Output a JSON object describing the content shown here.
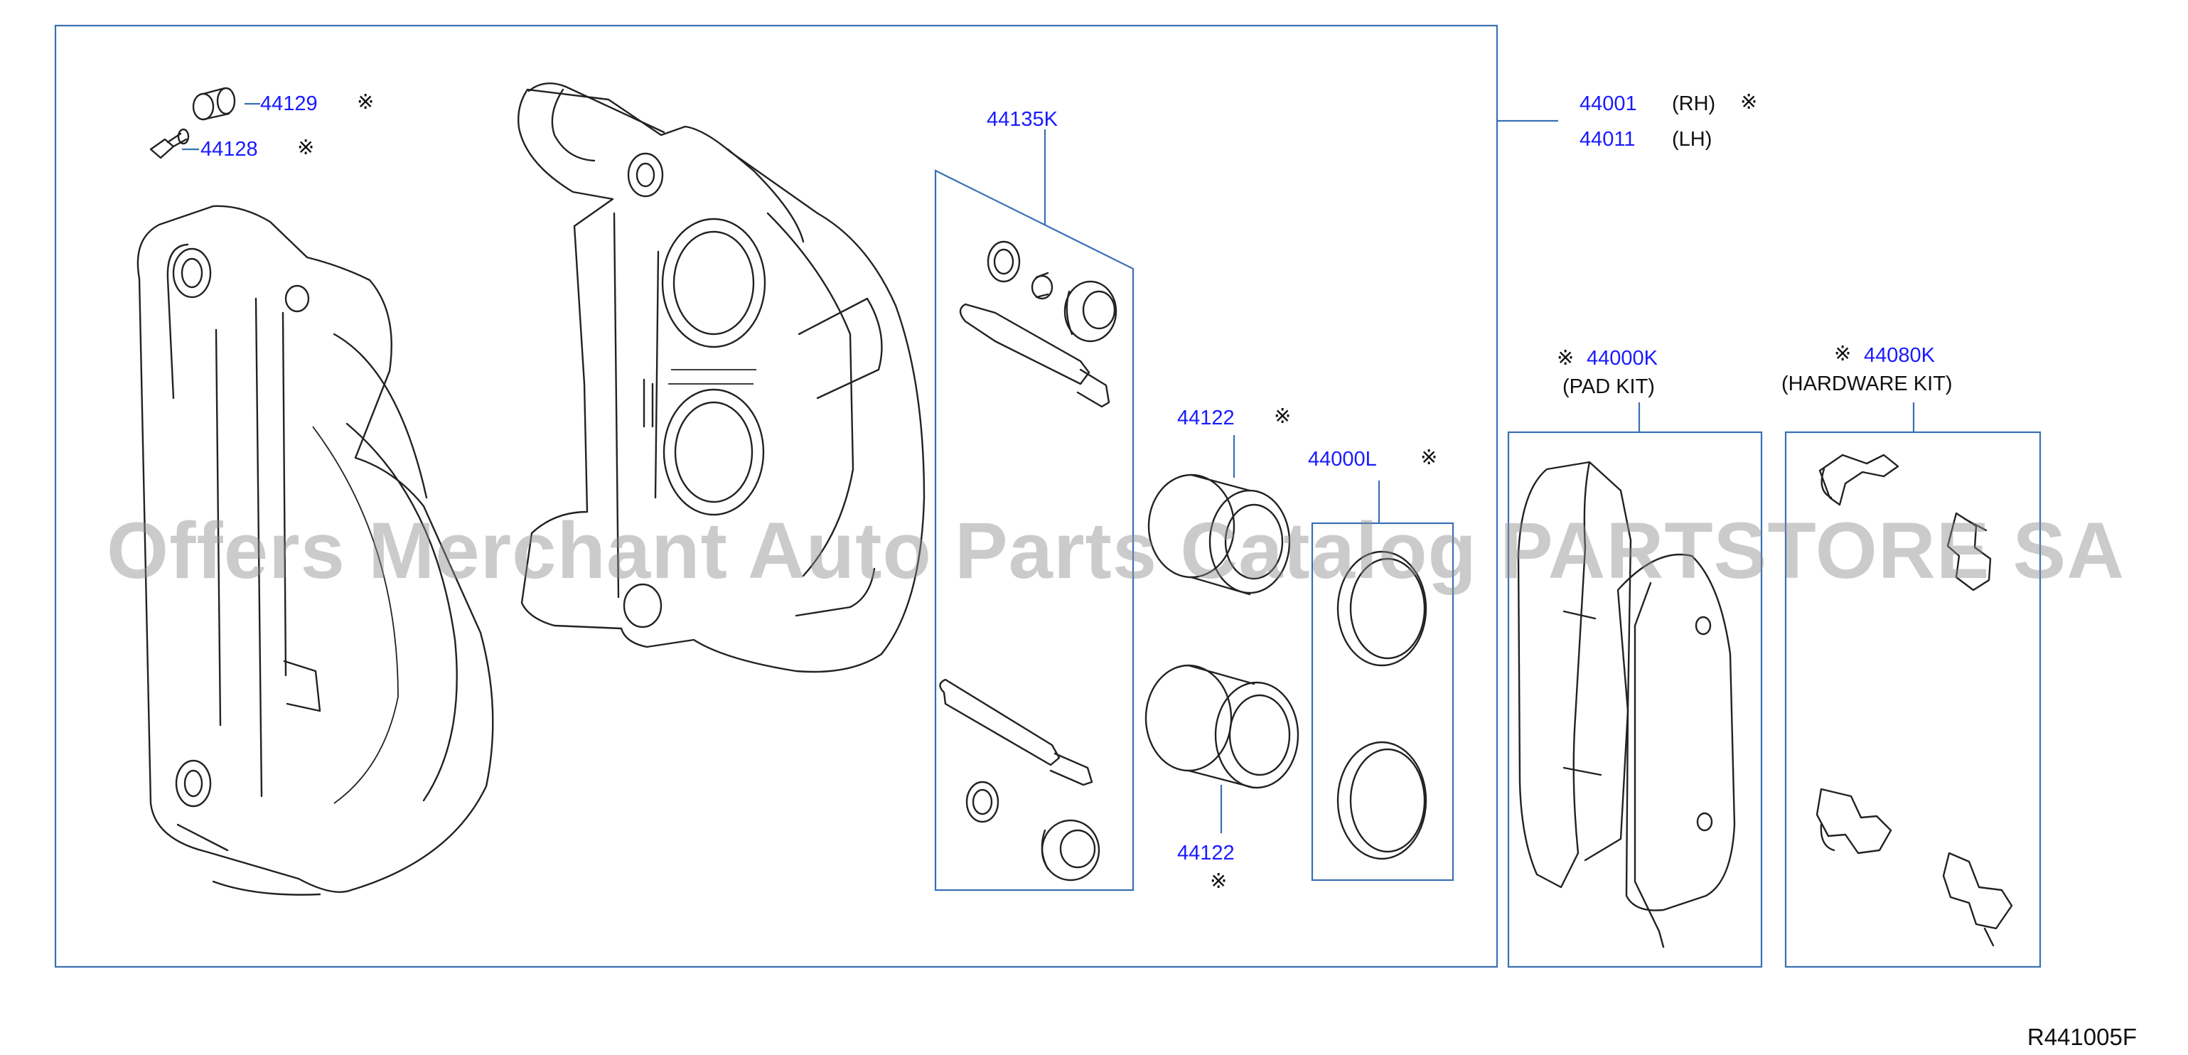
{
  "labels": {
    "caliper_rh": "44001",
    "caliper_rh_side": "(RH)",
    "caliper_lh": "44011",
    "caliper_lh_side": "(LH)",
    "bleeder_cap": "44129",
    "bleeder_screw": "44128",
    "repair_kit": "44135K",
    "piston_top": "44122",
    "piston_bottom": "44122",
    "seal_kit": "44000L",
    "pad_kit": "44000K",
    "pad_kit_desc": "(PAD   KIT)",
    "hardware_kit": "44080K",
    "hardware_kit_desc": "(HARDWARE   KIT)"
  },
  "mark": "※",
  "watermark": "Offers Merchant Auto Parts Catalog PARTSTORE SA",
  "diagram_ref": "R441005F",
  "colors": {
    "part_number": "#1a1aff",
    "frame": "#3a6fb5",
    "drawing": "#222222",
    "watermark": "#8c8c8c"
  }
}
